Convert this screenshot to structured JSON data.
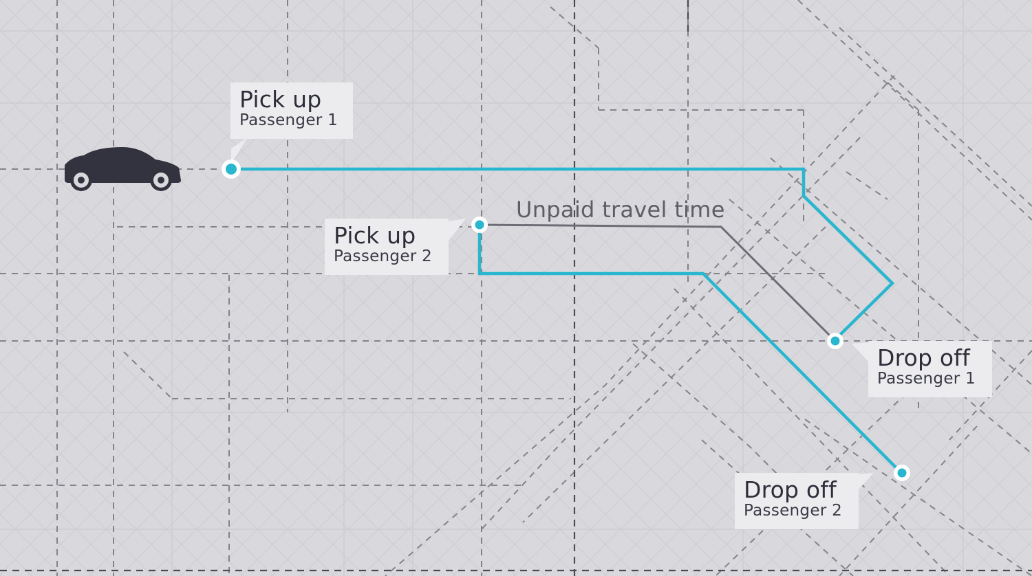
{
  "colors": {
    "background": "#d9d8dc",
    "route": "#29b6cf",
    "unpaid_route": "#6e6d75",
    "street": "#84838a",
    "car": "#33333f",
    "callout_bg": "#ececef"
  },
  "icons": {
    "vehicle": "car-icon"
  },
  "labels": {
    "pickup_1": {
      "title": "Pick up",
      "subtitle": "Passenger 1"
    },
    "pickup_2": {
      "title": "Pick up",
      "subtitle": "Passenger 2"
    },
    "dropoff_1": {
      "title": "Drop off",
      "subtitle": "Passenger 1"
    },
    "dropoff_2": {
      "title": "Drop off",
      "subtitle": "Passenger 2"
    },
    "unpaid": "Unpaid travel time"
  }
}
